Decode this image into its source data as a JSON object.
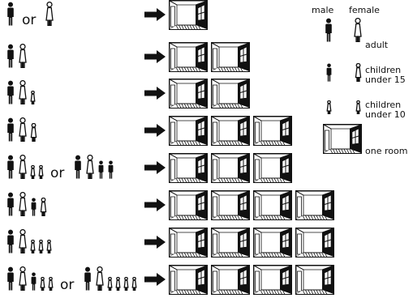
{
  "rows": [
    {
      "persons": [
        [
          "M",
          "A"
        ],
        [
          "or"
        ],
        [
          "F",
          "A"
        ]
      ],
      "rooms": 1
    },
    {
      "persons": [
        [
          "M",
          "A"
        ],
        [
          "F",
          "A"
        ]
      ],
      "rooms": 2
    },
    {
      "persons": [
        [
          "M",
          "A"
        ],
        [
          "F",
          "A"
        ],
        [
          "F",
          "C10"
        ]
      ],
      "rooms": 2
    },
    {
      "persons": [
        [
          "M",
          "A"
        ],
        [
          "F",
          "A"
        ],
        [
          "F",
          "C15"
        ]
      ],
      "rooms": 3
    },
    {
      "persons": [
        [
          "M",
          "A"
        ],
        [
          "F",
          "A"
        ],
        [
          "F",
          "C10"
        ],
        [
          "F",
          "C10"
        ],
        [
          "or"
        ],
        [
          "M",
          "A"
        ],
        [
          "F",
          "A"
        ],
        [
          "M",
          "C15"
        ],
        [
          "M",
          "C15"
        ]
      ],
      "rooms": 3
    },
    {
      "persons": [
        [
          "M",
          "A"
        ],
        [
          "F",
          "A"
        ],
        [
          "M",
          "C15"
        ],
        [
          "F",
          "C15"
        ]
      ],
      "rooms": 4
    },
    {
      "persons": [
        [
          "M",
          "A"
        ],
        [
          "F",
          "A"
        ],
        [
          "F",
          "C10"
        ],
        [
          "F",
          "C10"
        ],
        [
          "F",
          "C10"
        ]
      ],
      "rooms": 4
    },
    {
      "persons": [
        [
          "M",
          "A"
        ],
        [
          "F",
          "A"
        ],
        [
          "M",
          "C15"
        ],
        [
          "F",
          "C10"
        ],
        [
          "F",
          "C10"
        ],
        [
          "or"
        ],
        [
          "M",
          "A"
        ],
        [
          "F",
          "A"
        ],
        [
          "F",
          "C10"
        ],
        [
          "F",
          "C10"
        ],
        [
          "F",
          "C10"
        ],
        [
          "F",
          "C10"
        ]
      ],
      "rooms": 4
    }
  ],
  "or_label": "or",
  "legend": {
    "male": "male",
    "female": "female",
    "adult": "adult",
    "children_15_a": "children",
    "children_15_b": "under 15",
    "children_10_a": "children",
    "children_10_b": "under 10",
    "one_room": "one room"
  }
}
